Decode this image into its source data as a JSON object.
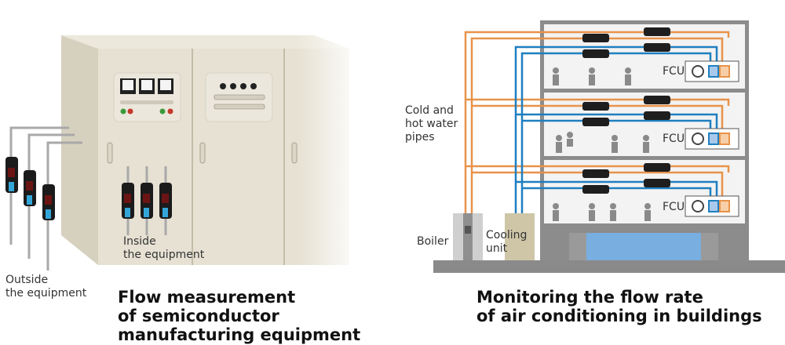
{
  "left_panel": {
    "label_inside": "Inside\nthe equipment",
    "label_outside": "Outside\nthe equipment",
    "caption": "Flow measurement\nof semiconductor\nmanufacturing equipment"
  },
  "right_panel": {
    "label_pipes": "Cold and\nhot water\npipes",
    "label_boiler": "Boiler",
    "label_cooling": "Cooling\nunit",
    "fcu_labels": [
      "FCU",
      "FCU",
      "FCU"
    ],
    "caption": "Monitoring the flow rate\nof air conditioning in buildings"
  },
  "colors": {
    "hot_pipe": "#e8934a",
    "cold_pipe": "#1f7fc0",
    "cabinet": "#e5e0d2",
    "building": "#8c8c8c"
  }
}
